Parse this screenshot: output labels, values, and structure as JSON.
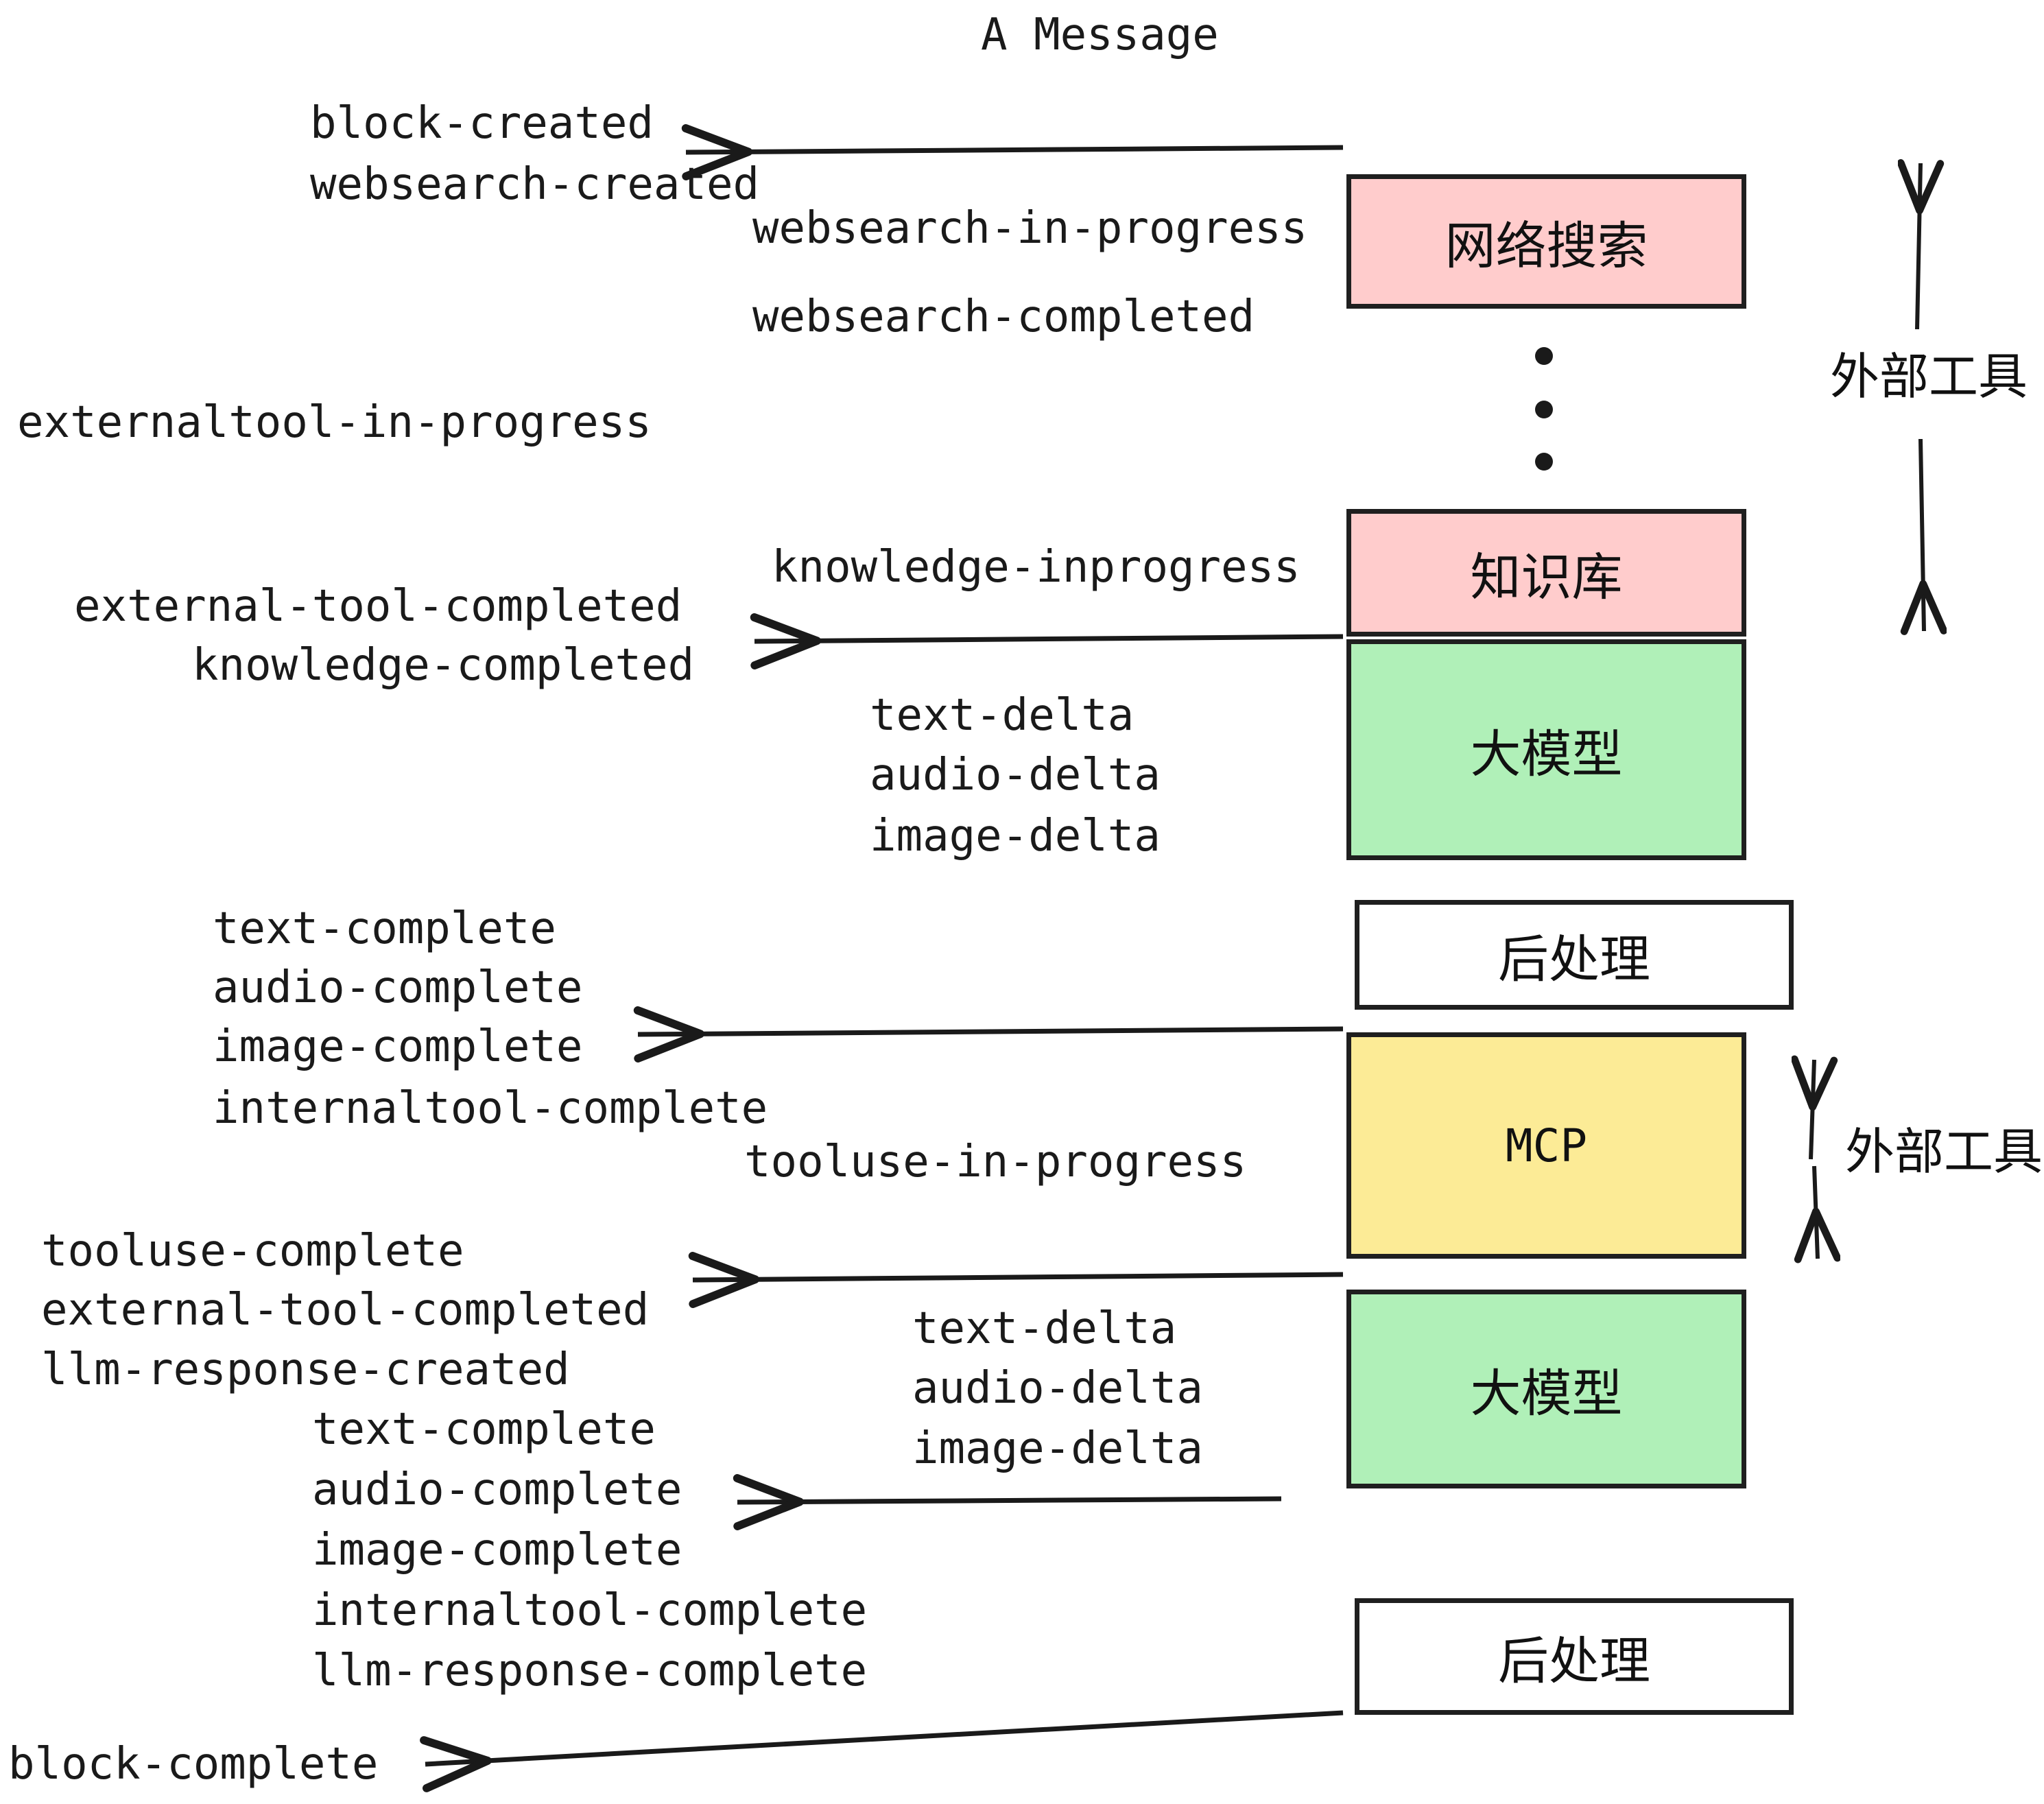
{
  "title": "A Message",
  "colors": {
    "pink": "#FFCCCC",
    "green": "#B0F0B8",
    "yellow": "#FCEB96",
    "white": "#FFFFFF",
    "stroke": "#1F1F1F",
    "text": "#1A1A1A",
    "background": "#FFFFFF"
  },
  "nodes": [
    {
      "label": "网络搜索",
      "fill": "#FFCCCC",
      "kind": "websearch"
    },
    {
      "label": "知识库",
      "fill": "#FFCCCC",
      "kind": "knowledge"
    },
    {
      "label": "大模型",
      "fill": "#B0F0B8",
      "kind": "llm-1"
    },
    {
      "label": "后处理",
      "fill": "#FFFFFF",
      "kind": "postprocess-1"
    },
    {
      "label": "MCP",
      "fill": "#FCEB96",
      "kind": "mcp"
    },
    {
      "label": "大模型",
      "fill": "#B0F0B8",
      "kind": "llm-2"
    },
    {
      "label": "后处理",
      "fill": "#FFFFFF",
      "kind": "postprocess-2"
    }
  ],
  "group_labels": [
    {
      "text": "外部工具",
      "for": "external-tool-top"
    },
    {
      "text": "外部工具",
      "for": "external-tool-bottom"
    }
  ],
  "events": {
    "block_created": "block-created",
    "websearch_created": "websearch-created",
    "websearch_in_progress": "websearch-in-progress",
    "websearch_completed": "websearch-completed",
    "externaltool_in_progress": "externaltool-in-progress",
    "knowledge_inprogress": "knowledge-inprogress",
    "external_tool_completed_1": "external-tool-completed",
    "knowledge_completed": "knowledge-completed",
    "text_delta_1": "text-delta",
    "audio_delta_1": "audio-delta",
    "image_delta_1": "image-delta",
    "text_complete_1": "text-complete",
    "audio_complete_1": "audio-complete",
    "image_complete_1": "image-complete",
    "internaltool_complete_1": "internaltool-complete",
    "tooluse_in_progress": "tooluse-in-progress",
    "tooluse_complete": "tooluse-complete",
    "external_tool_completed_2": "external-tool-completed",
    "llm_response_created": "llm-response-created",
    "text_delta_2": "text-delta",
    "audio_delta_2": "audio-delta",
    "image_delta_2": "image-delta",
    "text_complete_2": "text-complete",
    "audio_complete_2": "audio-complete",
    "image_complete_2": "image-complete",
    "internaltool_complete_2": "internaltool-complete",
    "llm_response_complete": "llm-response-complete",
    "block_complete": "block-complete"
  }
}
